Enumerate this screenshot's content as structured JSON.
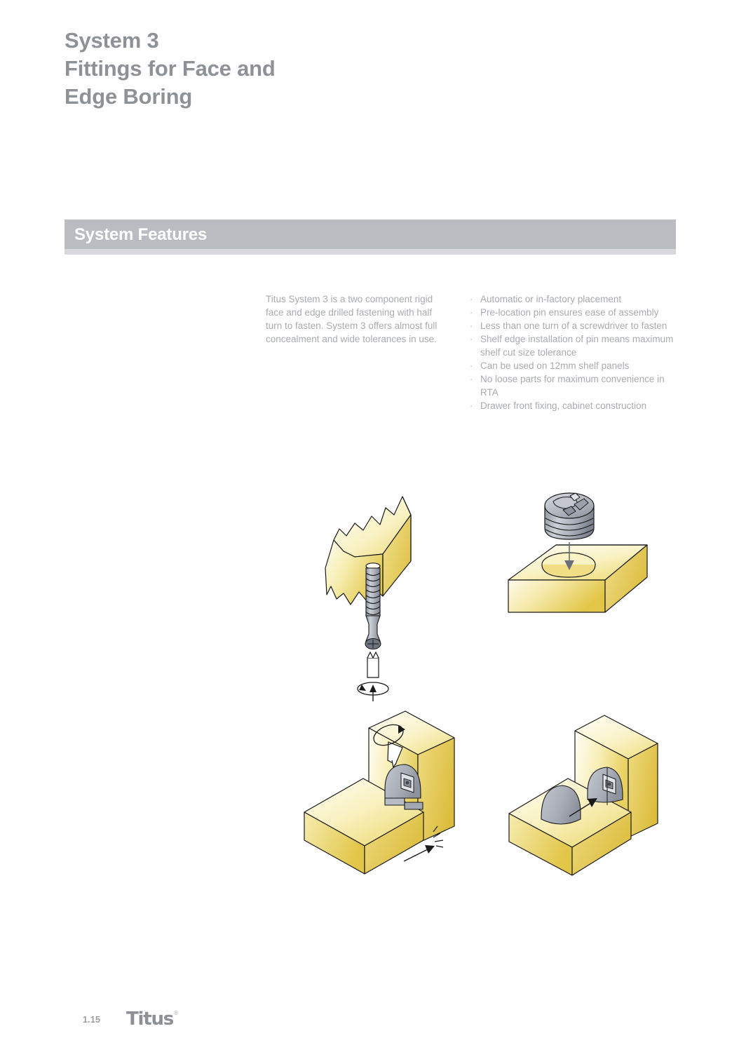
{
  "document": {
    "title_lines": [
      "System 3",
      "Fittings for Face and",
      "Edge Boring"
    ]
  },
  "section": {
    "banner_title": "System Features"
  },
  "intro": {
    "text": "Titus System 3 is a two component rigid face and edge drilled fastening with half turn to fasten. System 3 offers almost full concealment and wide tolerances in use."
  },
  "features": {
    "bullet_glyph": "·",
    "items": [
      "Automatic or in-factory placement",
      "Pre-location pin ensures ease of assembly",
      "Less than one turn of a screwdriver to fasten",
      "Shelf edge installation of pin means maximum shelf cut size tolerance",
      "Can be used on 12mm shelf panels",
      "No loose parts for maximum convenience in RTA",
      "Drawer front fixing, cabinet construction"
    ]
  },
  "illustrations": [
    {
      "name": "pin-insertion-into-shelf-edge",
      "description": "Threaded pin driven by screwdriver bit into the edge-bored shelf panel, rotation arrow shown below"
    },
    {
      "name": "cam-housing-insertion-into-face-bore",
      "description": "Cylindrical cam housing dropping into the face-bored hole of the panel"
    },
    {
      "name": "assembly-half-turn-to-fasten",
      "description": "Shelf panel meeting vertical panel, screwdriver turning the cam a half turn, pin engaging"
    },
    {
      "name": "assembled-joint",
      "description": "Completed joint showing pin engaged in the cam housing across the two panels"
    }
  ],
  "footer": {
    "page_number": "1.15",
    "brand": "Titus",
    "brand_trademark": "®"
  },
  "colors": {
    "title_gray": "#8e9195",
    "banner_gray": "#b9bcc1",
    "banner_underline": "#d9d9dd",
    "body_text_gray": "#a9abaf",
    "wood_light": "#fdfbe8",
    "wood_gold": "#e8d257",
    "metal_gray": "#b0b4bc",
    "outline": "#1a1a1a"
  }
}
